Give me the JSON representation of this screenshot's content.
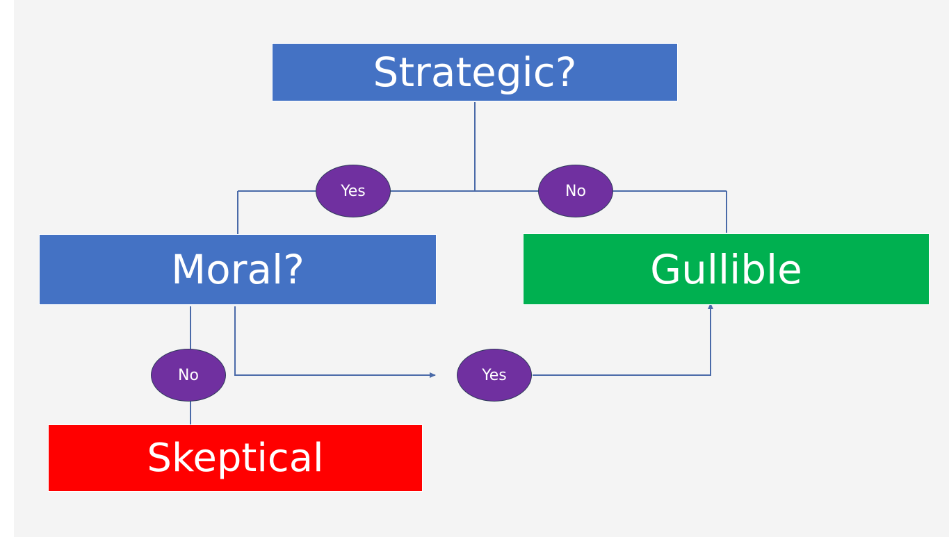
{
  "colors": {
    "decision_box": "#4472c4",
    "outcome_gullible": "#00b050",
    "outcome_skeptical": "#ff0000",
    "choice_pill": "#7030a0",
    "connector": "#4a6aa8"
  },
  "nodes": {
    "strategic": {
      "label": "Strategic?"
    },
    "moral": {
      "label": "Moral?"
    },
    "gullible": {
      "label": "Gullible"
    },
    "skeptical": {
      "label": "Skeptical"
    }
  },
  "edges": {
    "strategic_yes": {
      "label": "Yes"
    },
    "strategic_no": {
      "label": "No"
    },
    "moral_no": {
      "label": "No"
    },
    "moral_yes": {
      "label": "Yes"
    }
  }
}
